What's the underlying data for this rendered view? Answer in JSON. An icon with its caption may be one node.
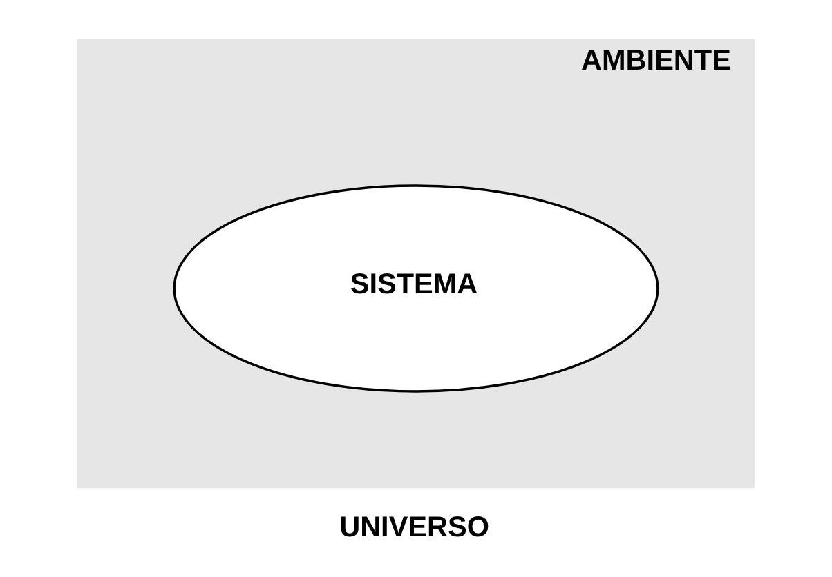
{
  "diagram": {
    "caption": "UNIVERSO",
    "nodes": [
      {
        "text": [
          "AMBIENTE"
        ]
      },
      {
        "text": [
          "SISTEMA"
        ],
        "in": 0
      }
    ],
    "edges": []
  }
}
